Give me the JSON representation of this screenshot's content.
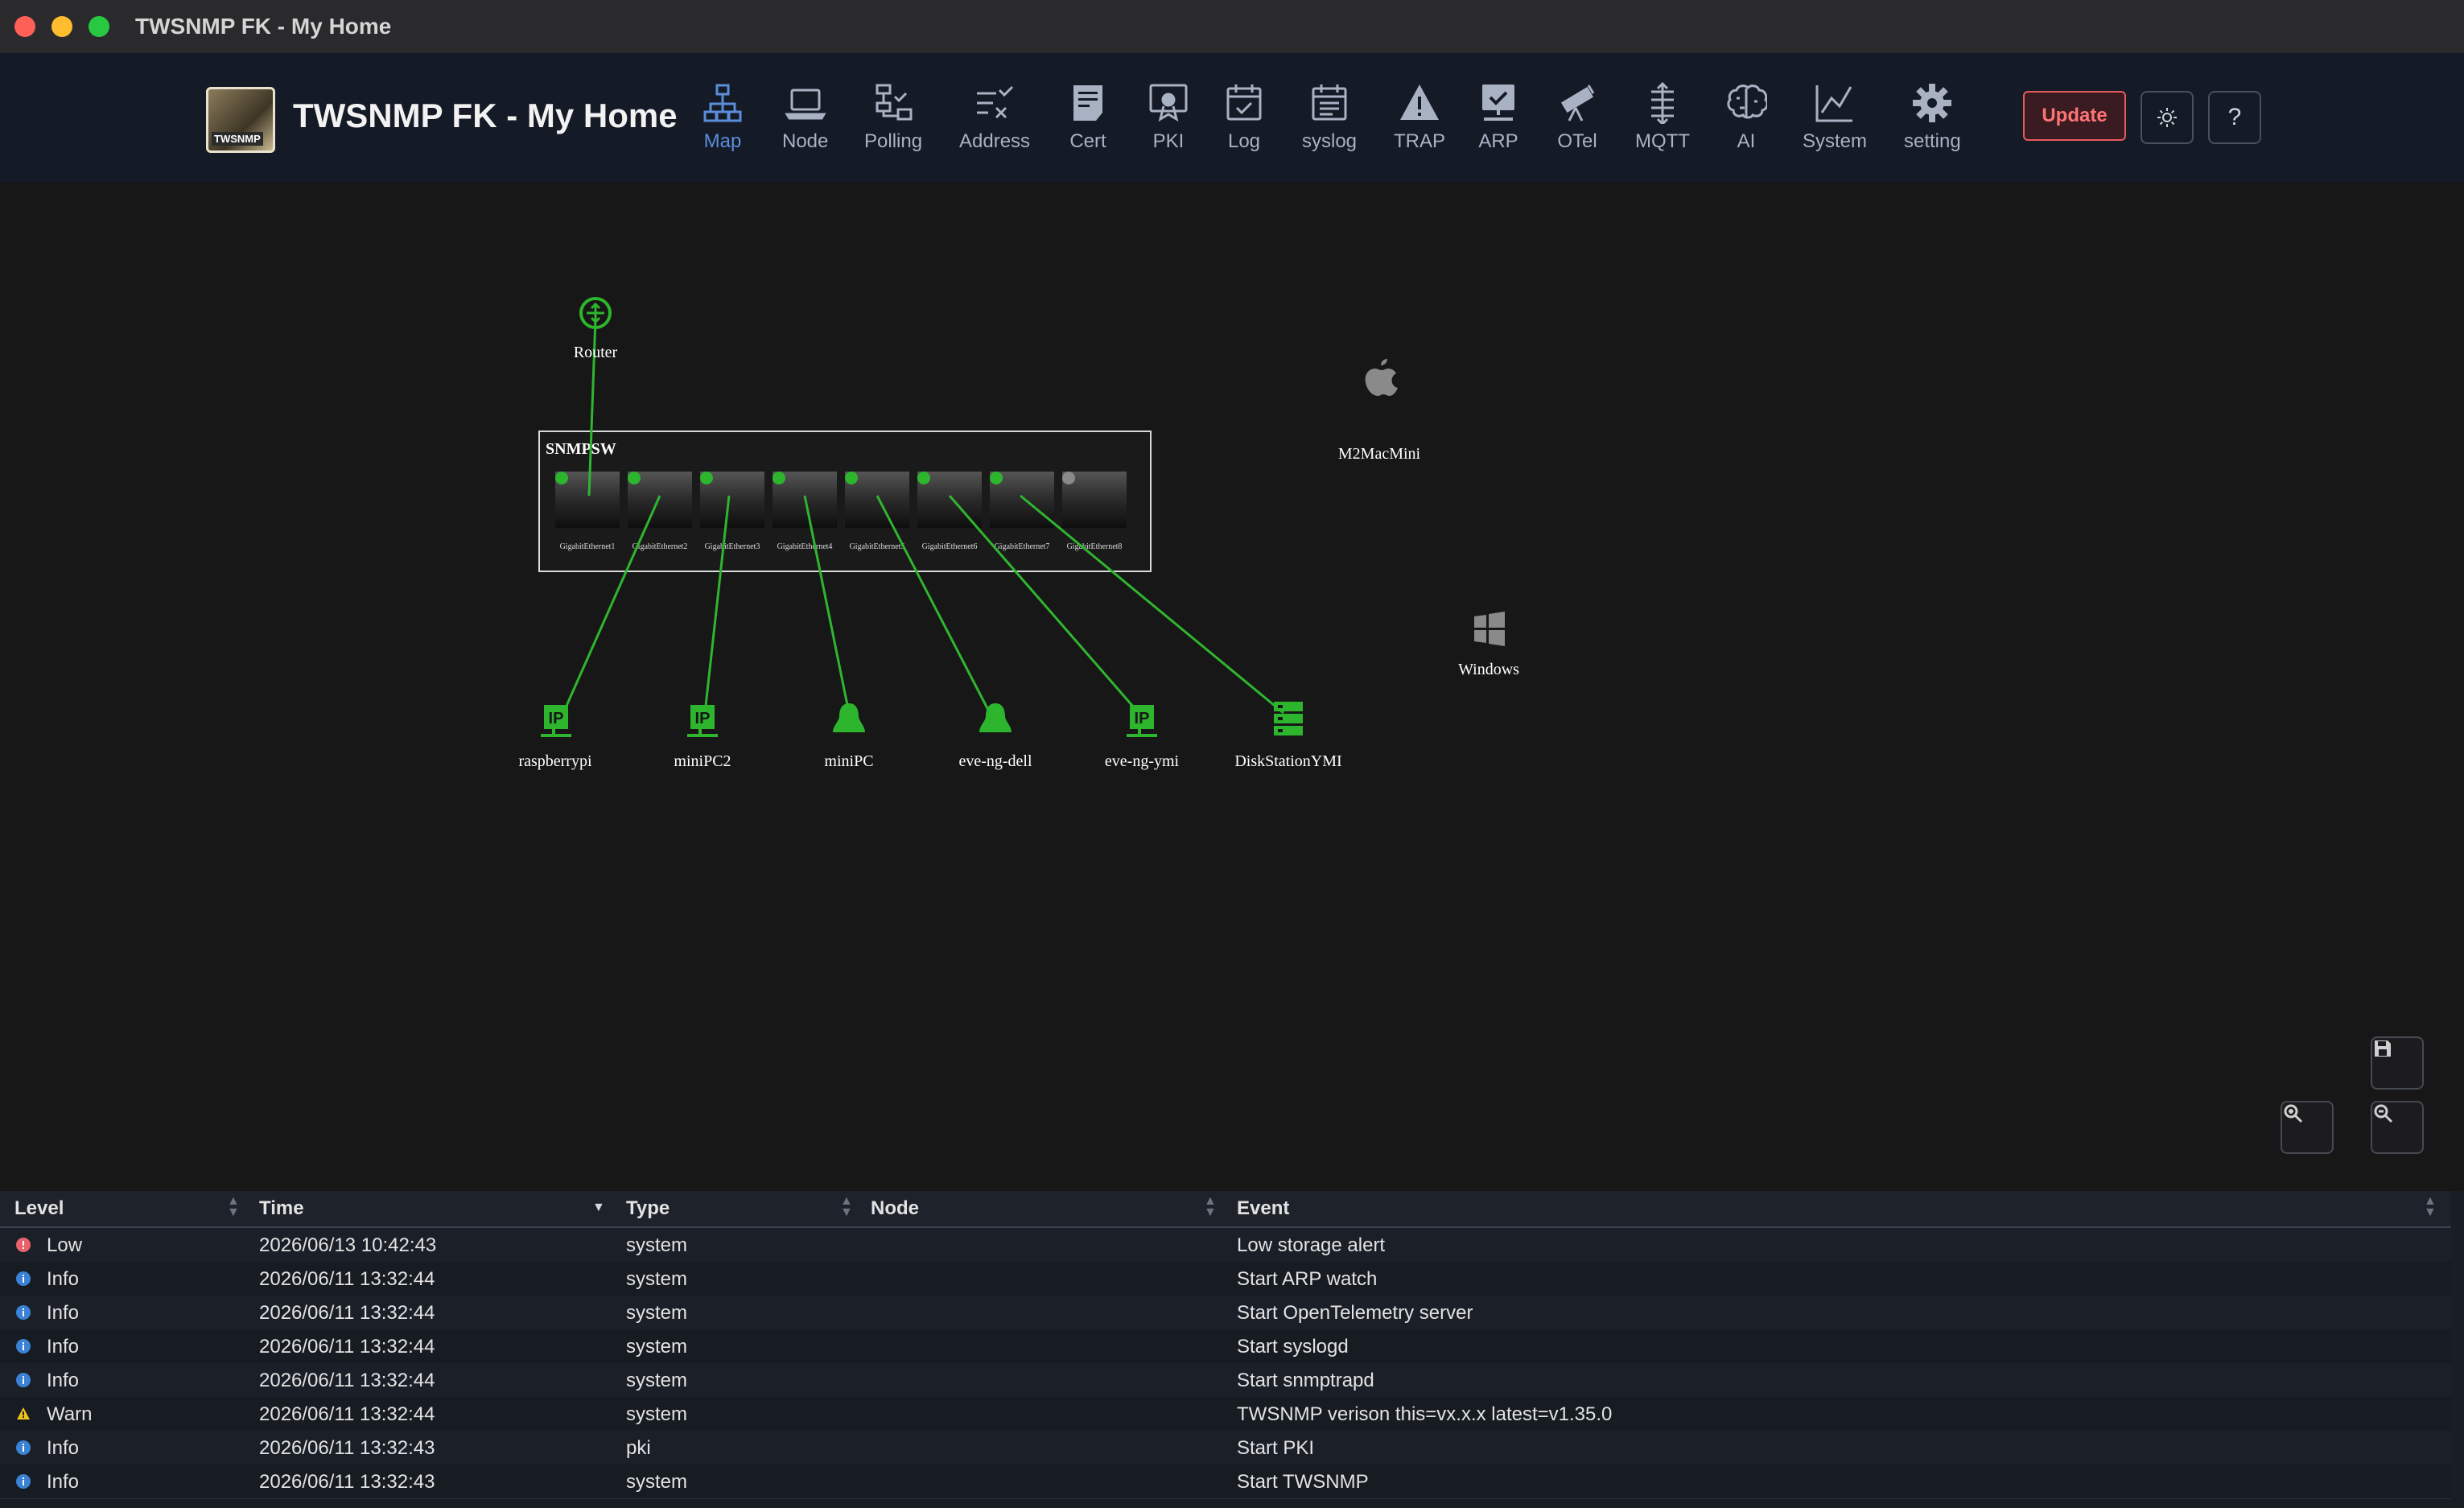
{
  "window": {
    "title": "TWSNMP FK - My Home"
  },
  "header": {
    "logo_text": "TWSNMP",
    "app_title": "TWSNMP FK - My Home",
    "nav": [
      {
        "label": "Map",
        "icon": "network-map-icon"
      },
      {
        "label": "Node",
        "icon": "laptop-icon"
      },
      {
        "label": "Polling",
        "icon": "polling-icon"
      },
      {
        "label": "Address",
        "icon": "address-check-icon"
      },
      {
        "label": "Cert",
        "icon": "certificate-icon"
      },
      {
        "label": "PKI",
        "icon": "pki-badge-icon"
      },
      {
        "label": "Log",
        "icon": "calendar-check-icon"
      },
      {
        "label": "syslog",
        "icon": "calendar-list-icon"
      },
      {
        "label": "TRAP",
        "icon": "warning-triangle-icon"
      },
      {
        "label": "ARP",
        "icon": "monitor-check-icon"
      },
      {
        "label": "OTel",
        "icon": "telescope-icon"
      },
      {
        "label": "MQTT",
        "icon": "mqtt-stack-icon"
      },
      {
        "label": "AI",
        "icon": "brain-icon"
      },
      {
        "label": "System",
        "icon": "line-chart-icon"
      },
      {
        "label": "setting",
        "icon": "gear-icon"
      }
    ],
    "update_label": "Update",
    "theme_icon": "sun-icon",
    "help_label": "?"
  },
  "map": {
    "nodes": {
      "router": "Router",
      "switch": "SNMPSW",
      "m2macmini": "M2MacMini",
      "windows": "Windows",
      "raspberrypi": "raspberrypi",
      "minipc2": "miniPC2",
      "minipc": "miniPC",
      "eveng_dell": "eve-ng-dell",
      "eveng_ymi": "eve-ng-ymi",
      "diskstation": "DiskStationYMI"
    },
    "ports": [
      "GigabitEthernet1",
      "GigabitEthernet2",
      "GigabitEthernet3",
      "GigabitEthernet4",
      "GigabitEthernet5",
      "GigabitEthernet6",
      "GigabitEthernet7",
      "GigabitEthernet8"
    ],
    "colors": {
      "ok": "#2db52d",
      "unknown": "#8a8a8a",
      "line": "#2fb52f"
    }
  },
  "events": {
    "columns": [
      "Level",
      "Time",
      "Type",
      "Node",
      "Event"
    ],
    "rows": [
      {
        "level": "Low",
        "time": "2026/06/13 10:42:43",
        "type": "system",
        "node": "",
        "event": "Low storage alert",
        "icon": "low-alert-icon"
      },
      {
        "level": "Info",
        "time": "2026/06/11 13:32:44",
        "type": "system",
        "node": "",
        "event": "Start ARP watch",
        "icon": "info-icon"
      },
      {
        "level": "Info",
        "time": "2026/06/11 13:32:44",
        "type": "system",
        "node": "",
        "event": "Start OpenTelemetry server",
        "icon": "info-icon"
      },
      {
        "level": "Info",
        "time": "2026/06/11 13:32:44",
        "type": "system",
        "node": "",
        "event": "Start syslogd",
        "icon": "info-icon"
      },
      {
        "level": "Info",
        "time": "2026/06/11 13:32:44",
        "type": "system",
        "node": "",
        "event": "Start snmptrapd",
        "icon": "info-icon"
      },
      {
        "level": "Warn",
        "time": "2026/06/11 13:32:44",
        "type": "system",
        "node": "",
        "event": "TWSNMP verison this=vx.x.x latest=v1.35.0",
        "icon": "warning-icon"
      },
      {
        "level": "Info",
        "time": "2026/06/11 13:32:43",
        "type": "pki",
        "node": "",
        "event": "Start PKI",
        "icon": "info-icon"
      },
      {
        "level": "Info",
        "time": "2026/06/11 13:32:43",
        "type": "system",
        "node": "",
        "event": "Start TWSNMP",
        "icon": "info-icon"
      }
    ]
  }
}
